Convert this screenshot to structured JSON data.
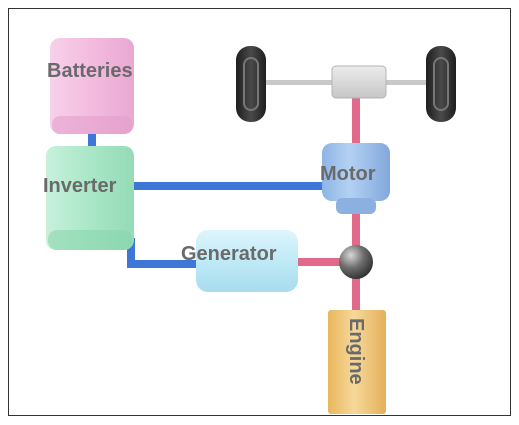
{
  "components": {
    "batteries": "Batteries",
    "inverter": "Inverter",
    "motor": "Motor",
    "generator": "Generator",
    "engine": "Engine"
  },
  "colors": {
    "electrical_link": "#3f77d9",
    "mechanical_link": "#e16a8a",
    "batteries": "#f3b9df",
    "inverter": "#a8e6c6",
    "motor": "#9fc2eb",
    "generator": "#bfeaf6",
    "engine": "#f2c877",
    "tire": "#2b2b2b",
    "axle": "#c8c8c8",
    "label_text": "#6a6a6a"
  }
}
